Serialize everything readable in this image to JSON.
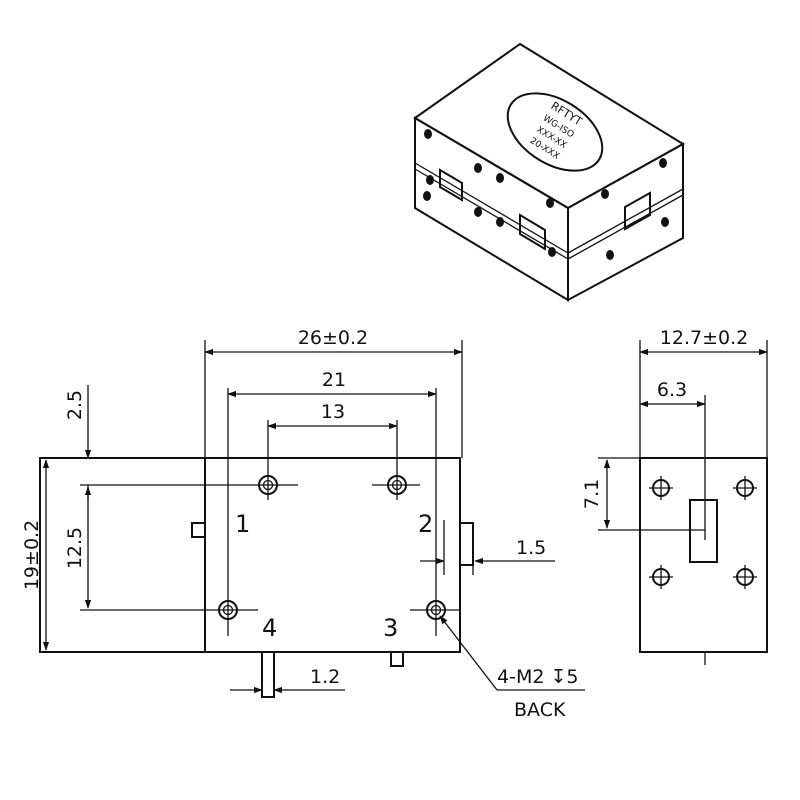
{
  "front_view": {
    "width_dim": "26±0.2",
    "hole_span_dim": "21",
    "port_span_dim": "13",
    "top_offset_dim": "2.5",
    "height_dim": "19±0.2",
    "hole_vertical_dim": "12.5",
    "port_offset_dim": "1.5",
    "pin_width_dim": "1.2",
    "ports": [
      "1",
      "2",
      "3",
      "4"
    ],
    "hole_callout": "4-M2 ↧5",
    "hole_callout_note": "BACK"
  },
  "side_view": {
    "width_dim": "12.7±0.2",
    "port_offset_dim": "6.3",
    "port_height_dim": "7.1"
  },
  "iso_view": {
    "label_lines": [
      "RFTYT",
      "WG-ISO",
      "XXX-XX",
      "20-XXX"
    ]
  }
}
